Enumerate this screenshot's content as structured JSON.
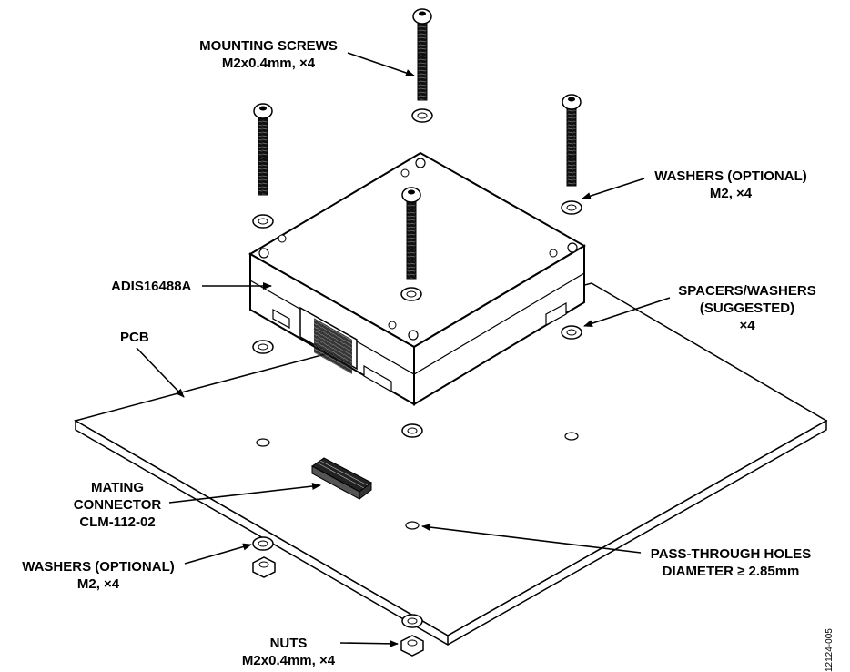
{
  "labels": {
    "mounting_screws": {
      "line1": "MOUNTING SCREWS",
      "line2": "M2x0.4mm, ×4"
    },
    "washers_top": {
      "line1": "WASHERS (OPTIONAL)",
      "line2": "M2, ×4"
    },
    "adis": {
      "line1": "ADIS16488A"
    },
    "spacers": {
      "line1": "SPACERS/WASHERS",
      "line2": "(SUGGESTED)",
      "line3": "×4"
    },
    "pcb": {
      "line1": "PCB"
    },
    "mating_connector": {
      "line1": "MATING",
      "line2": "CONNECTOR",
      "line3": "CLM-112-02"
    },
    "washers_bottom": {
      "line1": "WASHERS (OPTIONAL)",
      "line2": "M2, ×4"
    },
    "pass_through": {
      "line1": "PASS-THROUGH HOLES",
      "line2": "DIAMETER ≥ 2.85mm"
    },
    "nuts": {
      "line1": "NUTS",
      "line2": "M2x0.4mm, ×4"
    }
  },
  "figure_id": "12124-005"
}
